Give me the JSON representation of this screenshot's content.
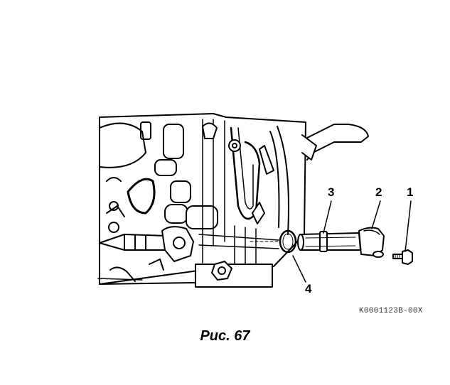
{
  "figure": {
    "caption": "Рис. 67",
    "reference_code": "K0001123B-00X",
    "callouts": [
      {
        "label": "1",
        "part": "bolt"
      },
      {
        "label": "2",
        "part": "cap"
      },
      {
        "label": "3",
        "part": "strainer"
      },
      {
        "label": "4",
        "part": "o-ring"
      }
    ]
  }
}
